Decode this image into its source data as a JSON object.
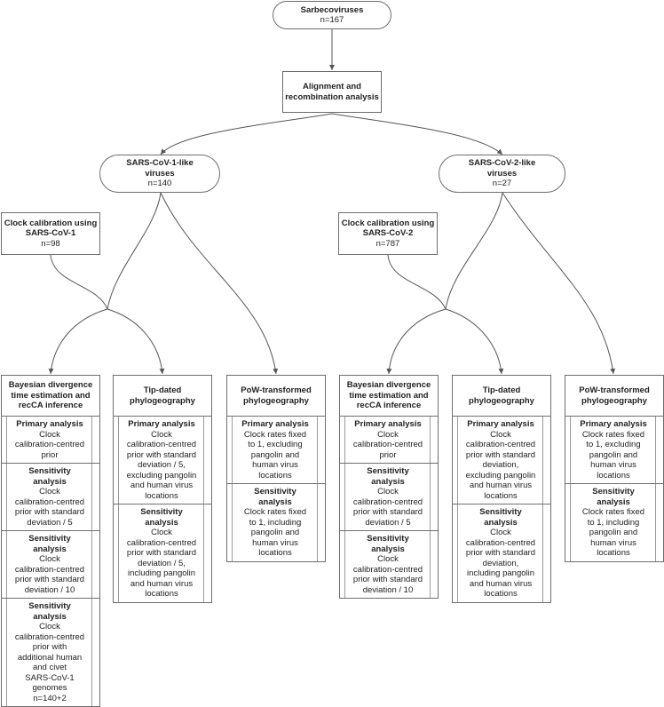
{
  "top": {
    "title": "Sarbecoviruses",
    "n": "n=167"
  },
  "alignment": {
    "line1": "Alignment and",
    "line2": "recombination analysis"
  },
  "sars1": {
    "line1": "SARS-CoV-1-like",
    "line2": "viruses",
    "n": "n=140"
  },
  "sars2": {
    "line1": "SARS-CoV-2-like",
    "line2": "viruses",
    "n": "n=27"
  },
  "clock1": {
    "line1": "Clock calibration using",
    "line2": "SARS-CoV-1",
    "n": "n=98"
  },
  "clock2": {
    "line1": "Clock calibration using",
    "line2": "SARS-CoV-2",
    "n": "n=787"
  },
  "columns": [
    {
      "header": [
        "Bayesian divergence",
        "time estimation and",
        "recCA inference"
      ],
      "cells": [
        {
          "title": "Primary analysis",
          "text": [
            "Clock",
            "calibration-centred",
            "prior"
          ]
        },
        {
          "title": "Sensitivity analysis",
          "text": [
            "Clock",
            "calibration-centred",
            "prior with standard",
            "deviation / 5"
          ]
        },
        {
          "title": "Sensitivity analysis",
          "text": [
            "Clock",
            "calibration-centred",
            "prior with standard",
            "deviation / 10"
          ]
        },
        {
          "title": "Sensitivity analysis",
          "text": [
            "Clock",
            "calibration-centred",
            "prior with",
            "additional human",
            "and civet",
            "SARS-CoV-1",
            "genomes",
            "n=140+2"
          ]
        }
      ]
    },
    {
      "header": [
        "Tip-dated",
        "phylogeography"
      ],
      "cells": [
        {
          "title": "Primary analysis",
          "text": [
            "Clock",
            "calibration-centred",
            "prior with standard",
            "deviation / 5,",
            "excluding pangolin",
            "and human virus",
            "locations"
          ]
        },
        {
          "title": "Sensitivity analysis",
          "text": [
            "Clock",
            "calibration-centred",
            "prior with standard",
            "deviation / 5,",
            "including pangolin",
            "and human virus",
            "locations"
          ]
        }
      ]
    },
    {
      "header": [
        "PoW-transformed",
        "phylogeography"
      ],
      "cells": [
        {
          "title": "Primary analysis",
          "text": [
            "Clock rates fixed",
            "to 1, excluding",
            "pangolin and",
            "human virus",
            "locations"
          ]
        },
        {
          "title": "Sensitivity analysis",
          "text": [
            "Clock rates fixed",
            "to 1, including",
            "pangolin and",
            "human virus",
            "locations"
          ]
        }
      ]
    },
    {
      "header": [
        "Bayesian divergence",
        "time estimation and",
        "recCA inference"
      ],
      "cells": [
        {
          "title": "Primary analysis",
          "text": [
            "Clock",
            "calibration-centred",
            "prior"
          ]
        },
        {
          "title": "Sensitivity analysis",
          "text": [
            "Clock",
            "calibration-centred",
            "prior with standard",
            "deviation / 5"
          ]
        },
        {
          "title": "Sensitivity analysis",
          "text": [
            "Clock",
            "calibration-centred",
            "prior with standard",
            "deviation / 10"
          ]
        }
      ]
    },
    {
      "header": [
        "Tip-dated",
        "phylogeography"
      ],
      "cells": [
        {
          "title": "Primary analysis",
          "text": [
            "Clock",
            "calibration-centred",
            "prior with standard",
            "deviation,",
            "excluding pangolin",
            "and human virus",
            "locations"
          ]
        },
        {
          "title": "Sensitivity analysis",
          "text": [
            "Clock",
            "calibration-centred",
            "prior with standard",
            "deviation,",
            "including pangolin",
            "and human virus",
            "locations"
          ]
        }
      ]
    },
    {
      "header": [
        "PoW-transformed",
        "phylogeography"
      ],
      "cells": [
        {
          "title": "Primary analysis",
          "text": [
            "Clock rates fixed",
            "to 1, excluding",
            "pangolin and",
            "human virus",
            "locations"
          ]
        },
        {
          "title": "Sensitivity analysis",
          "text": [
            "Clock rates fixed",
            "to 1, including",
            "pangolin and",
            "human virus",
            "locations"
          ]
        }
      ]
    }
  ]
}
